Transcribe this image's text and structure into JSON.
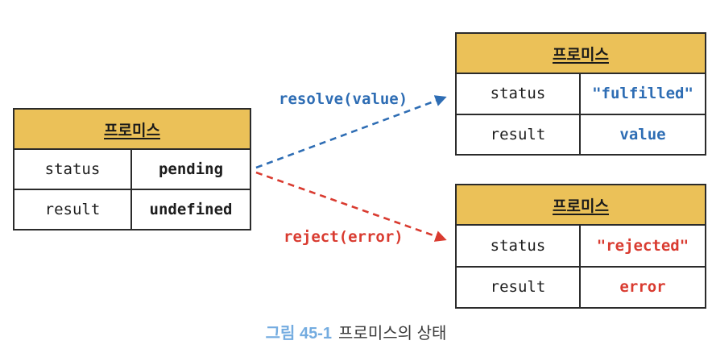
{
  "colors": {
    "gold": "#ebc158",
    "blue": "#2e6db4",
    "red": "#d93b30",
    "caption_blue": "#74ace0",
    "border": "#2b2b2b"
  },
  "tables": {
    "pending": {
      "title": "프로미스",
      "rows": [
        {
          "label": "status",
          "value": "pending"
        },
        {
          "label": "result",
          "value": "undefined"
        }
      ]
    },
    "fulfilled": {
      "title": "프로미스",
      "rows": [
        {
          "label": "status",
          "value": "\"fulfilled\""
        },
        {
          "label": "result",
          "value": "value"
        }
      ]
    },
    "rejected": {
      "title": "프로미스",
      "rows": [
        {
          "label": "status",
          "value": "\"rejected\""
        },
        {
          "label": "result",
          "value": "error"
        }
      ]
    }
  },
  "arrows": {
    "resolve_label": "resolve(value)",
    "reject_label": "reject(error)"
  },
  "caption": {
    "number": "그림 45-1",
    "text": "프로미스의 상태"
  }
}
